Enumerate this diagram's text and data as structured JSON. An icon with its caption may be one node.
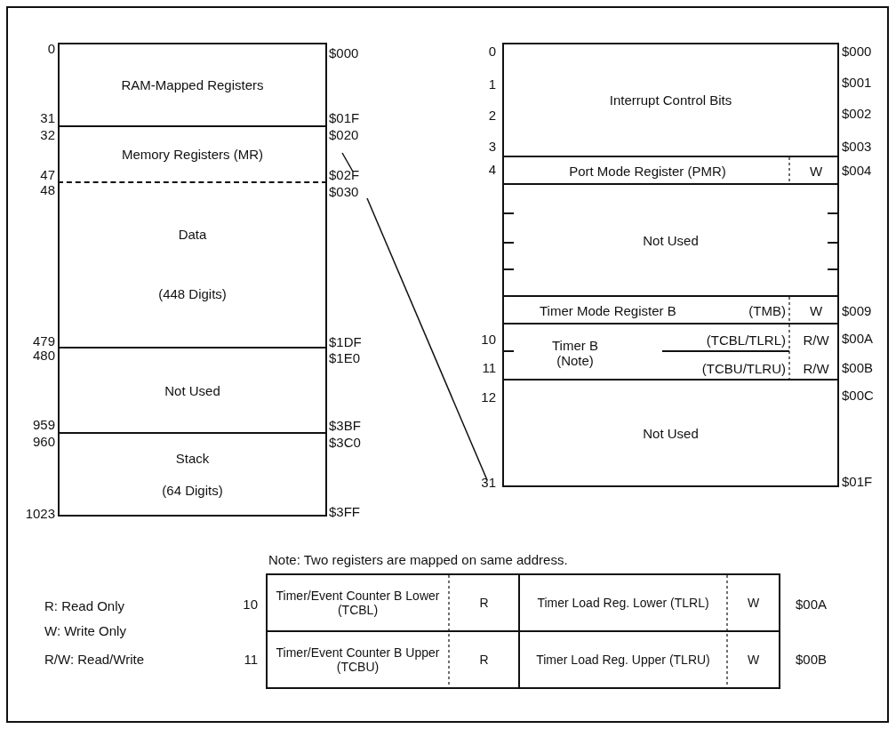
{
  "diagram": {
    "nodes": [
      {
        "text": [
          "RAM-Mapped Registers"
        ]
      },
      {
        "text": [
          "Memory Registers (MR)"
        ]
      },
      {
        "text": [
          "Data",
          "(448 Digits)"
        ]
      },
      {
        "text": [
          "Not Used"
        ]
      },
      {
        "text": [
          "Stack",
          "(64 Digits)"
        ]
      },
      {
        "text": [
          "Interrupt Control Bits"
        ]
      },
      {
        "text": [
          "Port Mode Register (PMR)",
          "W"
        ]
      },
      {
        "text": [
          "Not Used"
        ]
      },
      {
        "text": [
          "Timer Mode Register B",
          "(TMB)",
          "W"
        ]
      },
      {
        "text": [
          "Timer B (Note)",
          "(TCBL/TLRL)",
          "R/W",
          "(TCBU/TLRU)",
          "R/W"
        ]
      },
      {
        "text": [
          "Not Used"
        ]
      }
    ],
    "labels": [
      "0",
      "31",
      "32",
      "47",
      "48",
      "479",
      "480",
      "959",
      "960",
      "1023",
      "$000",
      "$01F",
      "$020",
      "$02F",
      "$030",
      "$1DF",
      "$1E0",
      "$3BF",
      "$3C0",
      "$3FF",
      "0",
      "1",
      "2",
      "3",
      "4",
      "10",
      "11",
      "12",
      "31",
      "$000",
      "$001",
      "$002",
      "$003",
      "$004",
      "$009",
      "$00A",
      "$00B",
      "$00C",
      "$01F",
      "Note: Two registers are mapped on same address.",
      "R: Read Only",
      "10",
      "Timer/Event Counter B Lower (TCBL)",
      "R",
      "Timer Load Reg. Lower (TLRL)",
      "W",
      "$00A",
      "W: Write Only",
      "R/W: Read/Write",
      "11",
      "Timer/Event Counter B Upper (TCBU)",
      "R",
      "Timer Load Reg. Upper (TLRU)",
      "W",
      "$00B"
    ]
  }
}
